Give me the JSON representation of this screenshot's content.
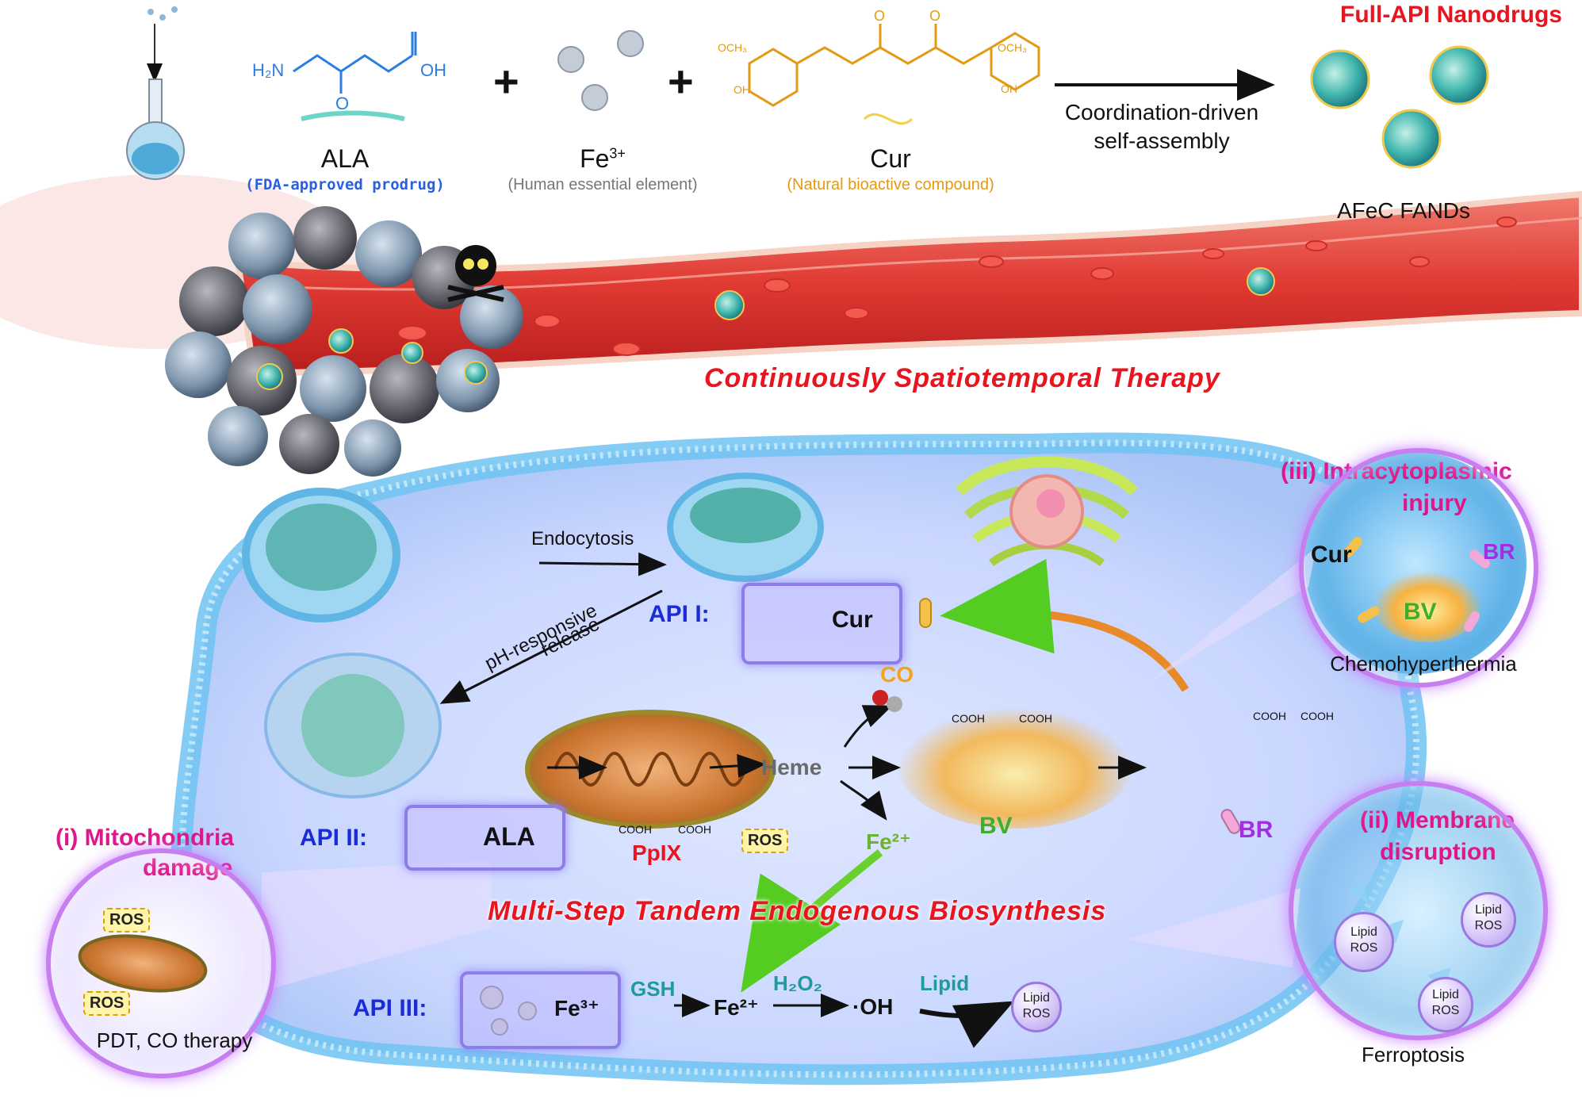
{
  "title": "Full-API Nanodrugs",
  "reactants": {
    "ala": {
      "name": "ALA",
      "desc": "(FDA-approved prodrug)",
      "amine": "H₂N",
      "acid": "OH",
      "keto": "O"
    },
    "fe": {
      "name": "Fe",
      "charge": "3+",
      "desc": "(Human essential element)"
    },
    "cur": {
      "name": "Cur",
      "desc": "(Natural bioactive compound)",
      "ome": "OCH₃",
      "oh": "OH",
      "o": "O"
    }
  },
  "plus": "+",
  "process": {
    "line1": "Coordination-driven",
    "line2": "self-assembly"
  },
  "product": {
    "name": "AFeC FANDs"
  },
  "therapy_title": "Continuously Spatiotemporal Therapy",
  "biosynthesis_title": "Multi-Step Tandem Endogenous Biosynthesis",
  "cell": {
    "endocytosis": "Endocytosis",
    "ph_release_1": "pH-responsive",
    "ph_release_2": "release",
    "api1": {
      "label": "API I:",
      "name": "Cur"
    },
    "api2": {
      "label": "API II:",
      "name": "ALA"
    },
    "api3": {
      "label": "API III:",
      "name": "Fe³⁺"
    },
    "ppix": "PpIX",
    "heme": "Heme",
    "co": "CO",
    "fe2": "Fe²⁺",
    "bv": "BV",
    "br": "BR",
    "ros": "ROS",
    "cooh": "COOH",
    "gsh": "GSH",
    "h2o2": "H₂O₂",
    "oh_radical": "·OH",
    "lipid": "Lipid",
    "lipid_ros_1": "Lipid",
    "lipid_ros_2": "ROS"
  },
  "callouts": {
    "mito": {
      "title_1": "(i) Mitochondria",
      "title_2": "damage",
      "caption": "PDT, CO therapy",
      "ros": "ROS"
    },
    "membrane": {
      "title_1": "(ii) Membrane",
      "title_2": "disruption",
      "caption": "Ferroptosis",
      "lipid": "Lipid",
      "ros": "ROS"
    },
    "cyto": {
      "title_1": "(iii) Intracytoplasmic",
      "title_2": "injury",
      "caption": "Chemohyperthermia",
      "cur": "Cur",
      "br": "BR",
      "bv": "BV"
    }
  },
  "colors": {
    "api": "#1a2bd8",
    "title_red": "#e8141e",
    "callout_pink": "#e0178a",
    "ala_blue": "#2a7de1",
    "cur_orange": "#e39a11",
    "green": "#3fae2a"
  },
  "icons": [
    "flask-icon",
    "skull-icon",
    "nanoparticle-icon",
    "mitochondrion-icon",
    "golgi-icon",
    "capsule-icon"
  ]
}
